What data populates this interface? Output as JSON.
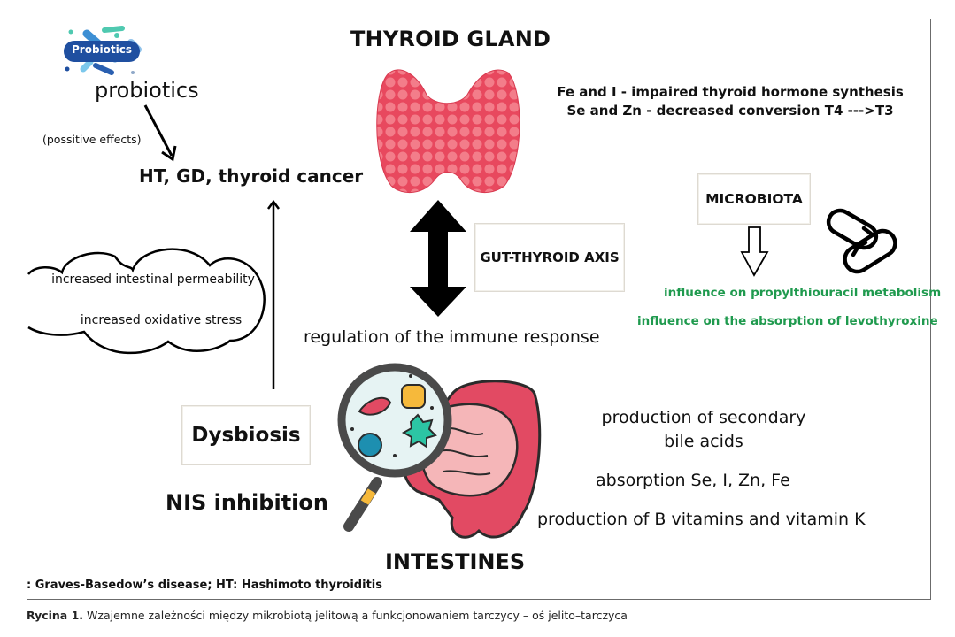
{
  "diagram": {
    "title_top": "THYROID GLAND",
    "title_bottom": "INTESTINES",
    "probiotics_logo_label": "Probiotics",
    "probiotics_word": "probiotics",
    "positive_effects": "(possitive effects)",
    "diseases": "HT, GD, thyroid cancer",
    "thyroid_effects": [
      "Fe and I - impaired thyroid hormone synthesis",
      "Se and Zn -  decreased conversion T4 --->T3"
    ],
    "microbiota_box": "MICROBIOTA",
    "microbiota_effects": [
      "influence on propylthiouracil metabolism",
      "influence on the absorption of levothyroxine"
    ],
    "axis_box": "GUT-THYROID AXIS",
    "immune": "regulation of the immune response",
    "cloud_lines": [
      "increased intestinal permeability",
      "increased oxidative stress"
    ],
    "dysbiosis_box": "Dysbiosis",
    "nis": "NIS inhibition",
    "intestine_functions": [
      "production of secondary bile acids",
      "absorption Se, I, Zn, Fe",
      "production of B vitamins and vitamin K"
    ],
    "abbreviations": ": Graves-Basedow’s disease; HT: Hashimoto thyroiditis",
    "colors": {
      "thyroid": "#e8485e",
      "green_text": "#1f9a4e",
      "logo_blue": "#1f4fa0",
      "logo_teal": "#4fc9b0"
    }
  },
  "caption": {
    "label": "Rycina 1.",
    "text": " Wzajemne zależności między mikrobiotą jelitową a funkcjonowaniem tarczycy – oś jelito–tarczyca"
  }
}
